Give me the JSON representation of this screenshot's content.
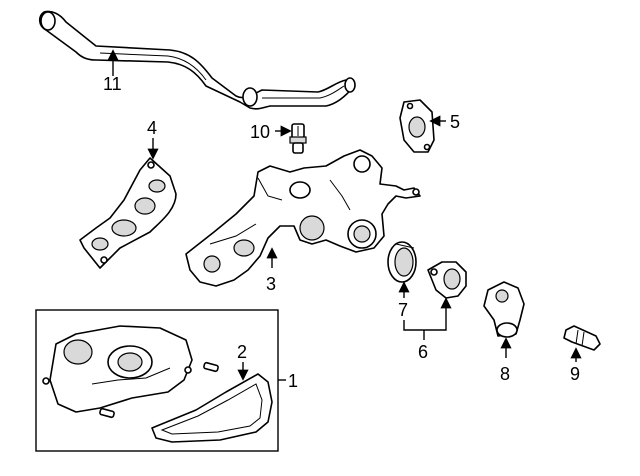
{
  "diagram": {
    "background": "#ffffff",
    "ink": "#000000",
    "callouts": {
      "part_1": "1",
      "part_2": "2",
      "part_3": "3",
      "part_4": "4",
      "part_5": "5",
      "part_6": "6",
      "part_7": "7",
      "part_8": "8",
      "part_9": "9",
      "part_10": "10",
      "part_11": "11"
    }
  }
}
